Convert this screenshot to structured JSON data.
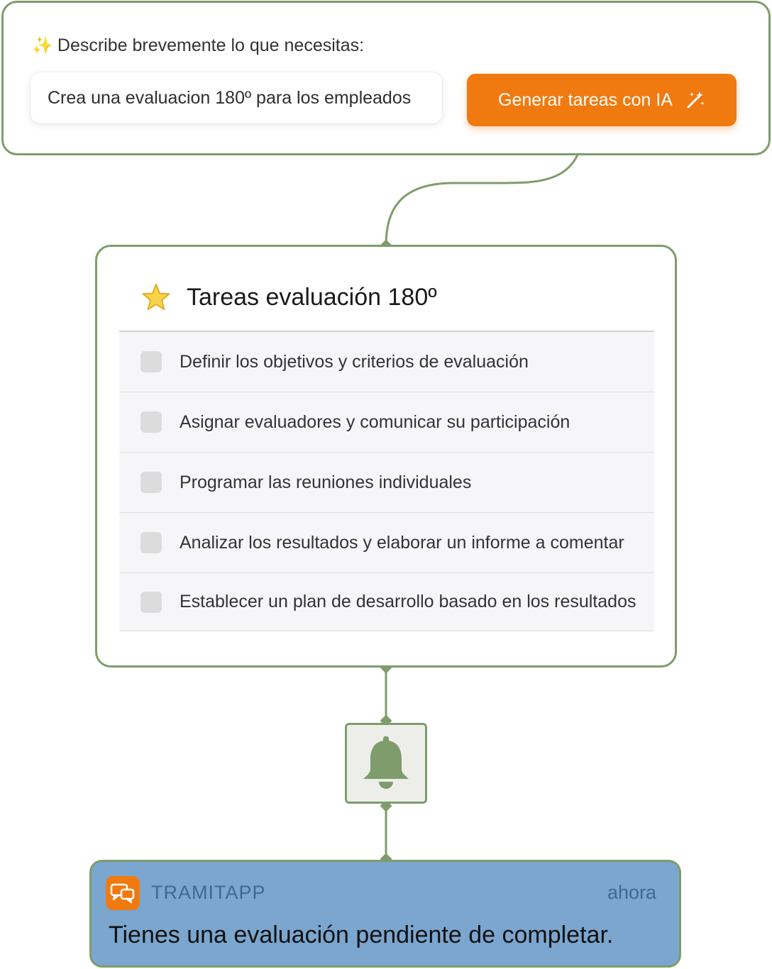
{
  "prompt": {
    "label": "Describe brevemente lo que necesitas:",
    "input_value": "Crea una evaluacion 180º para los empleados",
    "button_label": "Generar tareas con IA",
    "sparkle_icon": "sparkles-icon",
    "wand_icon": "magic-wand-icon"
  },
  "tasks": {
    "title": "Tareas evaluación 180º",
    "icon": "star-icon",
    "items": [
      {
        "label": "Definir los objetivos y criterios de evaluación",
        "checked": false
      },
      {
        "label": "Asignar evaluadores y comunicar su participación",
        "checked": false
      },
      {
        "label": "Programar las reuniones individuales",
        "checked": false
      },
      {
        "label": "Analizar los resultados y elaborar un informe a comentar",
        "checked": false
      },
      {
        "label": "Establecer un plan de desarrollo basado en los resultados",
        "checked": false
      }
    ]
  },
  "notification": {
    "app_name": "TRAMITAPP",
    "time": "ahora",
    "message": "Tienes una evaluación pendiente de completar.",
    "icon": "bell-icon"
  },
  "colors": {
    "accent_orange": "#f07a10",
    "border_green": "#7f9c6c",
    "notification_blue": "#7ba6cf"
  }
}
